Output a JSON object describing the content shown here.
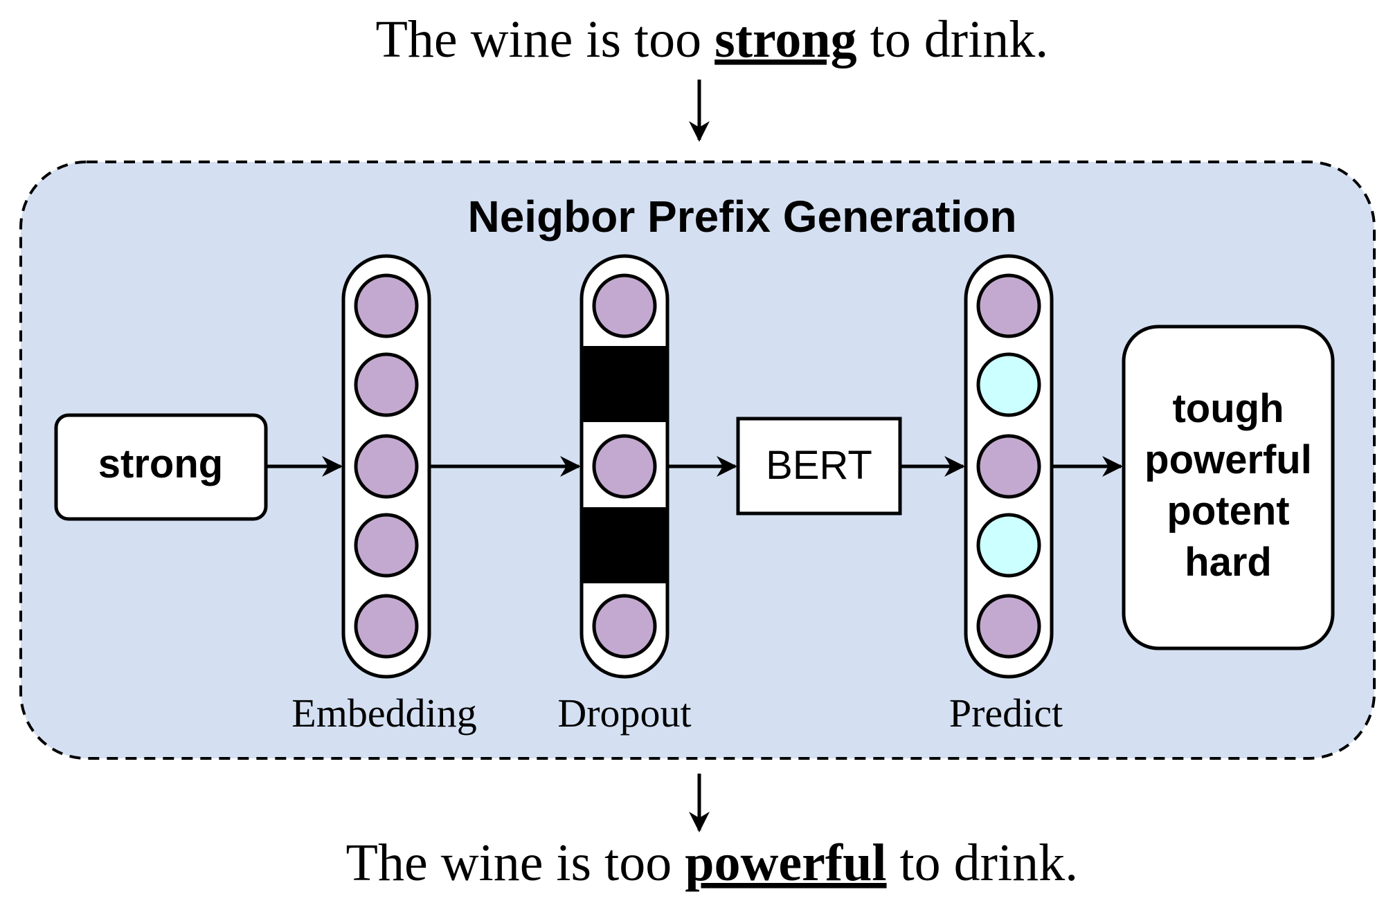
{
  "top_sentence": {
    "before": "The wine is too ",
    "highlight": "strong",
    "after": " to drink."
  },
  "bottom_sentence": {
    "before": "The wine is too ",
    "highlight": "powerful",
    "after": " to drink."
  },
  "module": {
    "title": "Neigbor Prefix Generation"
  },
  "input_word": "strong",
  "bert_label": "BERT",
  "stages": {
    "embedding": "Embedding",
    "dropout": "Dropout",
    "predict": "Predict"
  },
  "output_words": [
    "tough",
    "powerful",
    "potent",
    "hard"
  ],
  "colors": {
    "panel_fill": "#d4e0f2",
    "node_purple": "#c3a9cf",
    "node_cyan": "#ccffff",
    "dropout_mask": "#000000"
  }
}
